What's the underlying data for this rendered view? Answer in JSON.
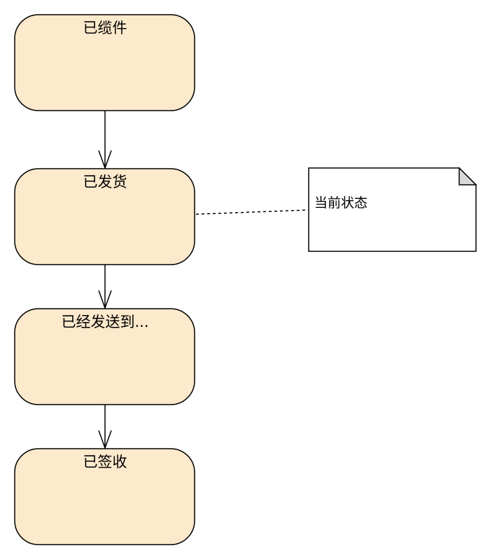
{
  "diagram": {
    "type": "state-diagram",
    "colors": {
      "state_fill": "#fde9cc",
      "stroke": "#000000",
      "note_fill": "#ffffff",
      "note_fold": "#d9d9d9"
    },
    "states": [
      {
        "id": "collected",
        "label": "已缆件"
      },
      {
        "id": "shipped",
        "label": "已发货"
      },
      {
        "id": "delivered-to",
        "label": "已经发送到..."
      },
      {
        "id": "signed",
        "label": "已签收"
      }
    ],
    "transitions": [
      {
        "from": "collected",
        "to": "shipped"
      },
      {
        "from": "shipped",
        "to": "delivered-to"
      },
      {
        "from": "delivered-to",
        "to": "signed"
      }
    ],
    "note": {
      "text": "当前状态",
      "attached_to": "shipped"
    }
  }
}
